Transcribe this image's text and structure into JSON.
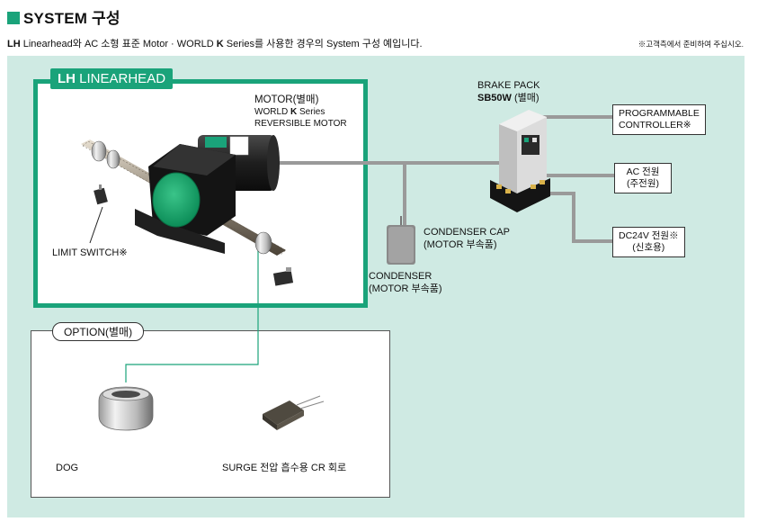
{
  "header": {
    "title": "SYSTEM 구성",
    "subtitle_prefix": "LH",
    "subtitle_mid": " Linearhead와 AC 소형 표준 Motor · WORLD ",
    "subtitle_k": "K",
    "subtitle_end": " Series를 사용한 경우의 System 구성 예입니다.",
    "note": "※고객측에서 준비하여 주십시오."
  },
  "linearhead": {
    "label_bold": "LH",
    "label_text": " LINEARHEAD"
  },
  "motor": {
    "line1": "MOTOR(별매)",
    "line2_pre": "WORLD ",
    "line2_k": "K",
    "line2_post": " Series",
    "line3": "REVERSIBLE MOTOR"
  },
  "limit_switch": "LIMIT SWITCH※",
  "brake_pack": {
    "line1": "BRAKE PACK",
    "line2_bold": "SB50W",
    "line2_rest": " (별매)"
  },
  "condenser_cap": {
    "line1": "CONDENSER CAP",
    "line2": "(MOTOR 부속품)"
  },
  "condenser": {
    "line1": "CONDENSER",
    "line2": "(MOTOR 부속품)"
  },
  "boxes": {
    "plc_line1": "PROGRAMMABLE",
    "plc_line2": "CONTROLLER※",
    "ac_line1": "AC 전원",
    "ac_line2": "(주전원)",
    "dc_line1": "DC24V 전원※",
    "dc_line2": "(신호용)"
  },
  "option": {
    "label": "OPTION(별매)",
    "dog": "DOG",
    "surge": "SURGE 전압 흡수용 CR 회로"
  },
  "colors": {
    "accent_green": "#1aa37a",
    "panel_bg": "#cfeae3",
    "wire_gray": "#9a9a9a"
  }
}
